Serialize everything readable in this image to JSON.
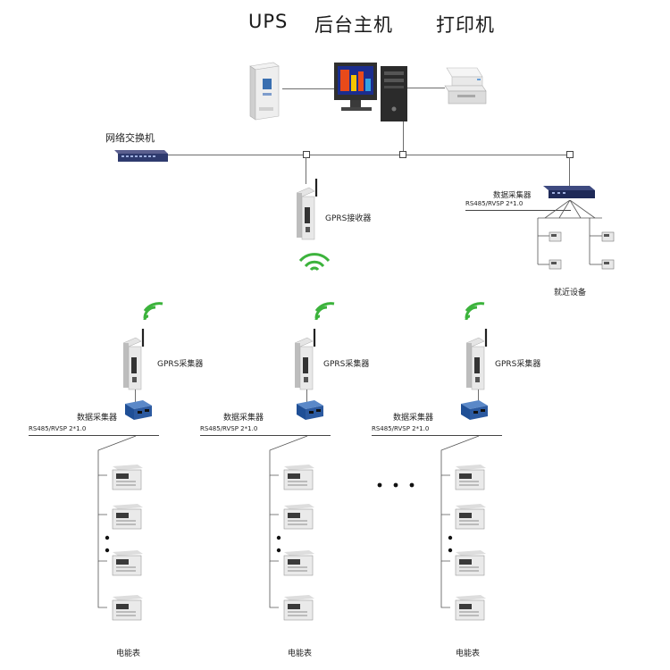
{
  "header": {
    "ups": "UPS",
    "host": "后台主机",
    "printer": "打印机"
  },
  "network": {
    "switch_label": "网络交换机",
    "gprs_receiver_label": "GPRS接收器",
    "local_collector_label": "数据采集器",
    "local_cable_label": "RS485/RVSP 2*1.0",
    "local_devices_label": "就近设备"
  },
  "branches": [
    {
      "gprs_collector_label": "GPRS采集器",
      "data_collector_label": "数据采集器",
      "cable_label": "RS485/RVSP 2*1.0",
      "meter_label": "电能表"
    },
    {
      "gprs_collector_label": "GPRS采集器",
      "data_collector_label": "数据采集器",
      "cable_label": "RS485/RVSP 2*1.0",
      "meter_label": "电能表"
    },
    {
      "gprs_collector_label": "GPRS采集器",
      "data_collector_label": "数据采集器",
      "cable_label": "RS485/RVSP 2*1.0",
      "meter_label": "电能表"
    }
  ],
  "colors": {
    "line": "#6d6d6d",
    "wifi": "#3cb33c",
    "device_blue": "#2c5aa0",
    "device_gray": "#d8d8d8"
  },
  "icons": [
    "ups-icon",
    "computer-icon",
    "printer-icon",
    "switch-icon",
    "gprs-modem-icon",
    "wifi-icon",
    "data-collector-icon",
    "energy-meter-icon"
  ]
}
